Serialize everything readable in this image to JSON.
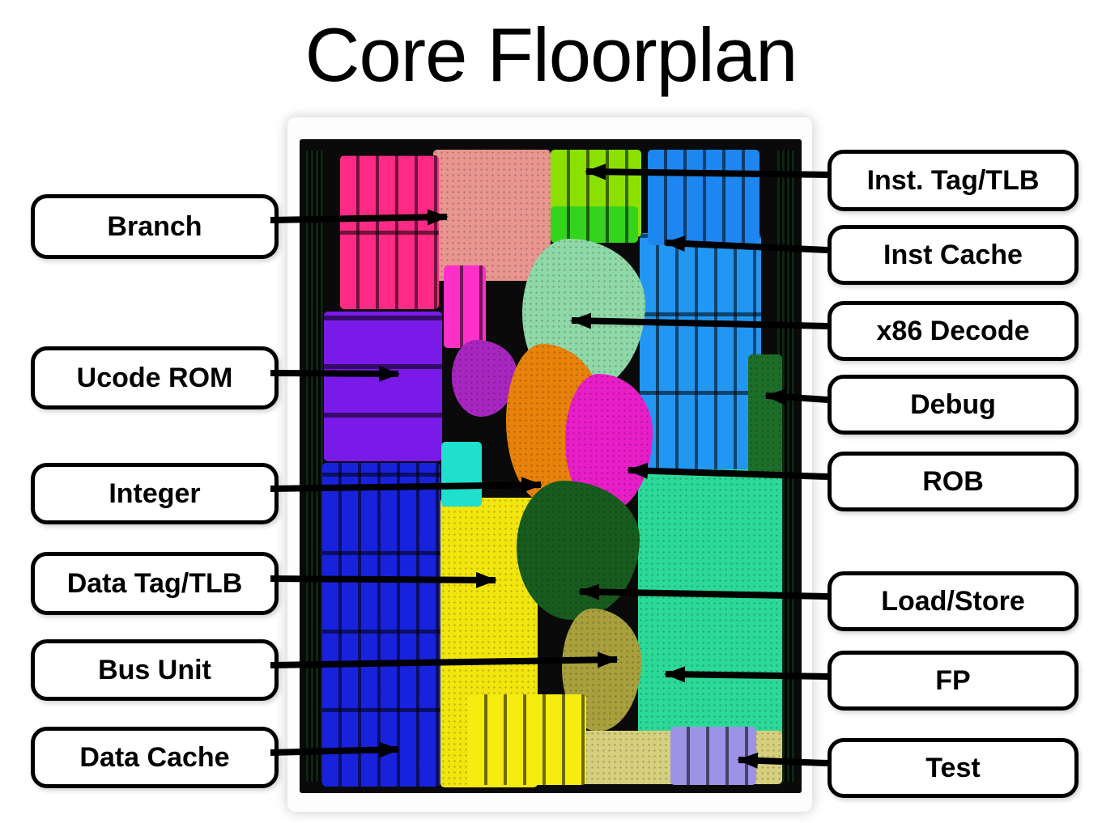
{
  "title": "Core Floorplan",
  "callouts": {
    "left": [
      {
        "text": "Branch"
      },
      {
        "text": "Ucode ROM"
      },
      {
        "text": "Integer"
      },
      {
        "text": "Data Tag/TLB"
      },
      {
        "text": "Bus Unit"
      },
      {
        "text": "Data Cache"
      }
    ],
    "right": [
      {
        "text": "Inst. Tag/TLB"
      },
      {
        "text": "Inst Cache"
      },
      {
        "text": "x86 Decode"
      },
      {
        "text": "Debug"
      },
      {
        "text": "ROB"
      },
      {
        "text": "Load/Store"
      },
      {
        "text": "FP"
      },
      {
        "text": "Test"
      }
    ]
  },
  "die": {
    "regions": [
      {
        "name": "branch-arrays",
        "color": "#ff2a85"
      },
      {
        "name": "branch-logic",
        "color": "#e8968f"
      },
      {
        "name": "inst-tag-tlb",
        "color": "#8ce000"
      },
      {
        "name": "inst-tag-tlb-lower",
        "color": "#35d41c"
      },
      {
        "name": "inst-cache-top",
        "color": "#1d86f0"
      },
      {
        "name": "inst-cache",
        "color": "#2196f3"
      },
      {
        "name": "x86-decode",
        "color": "#8fd8a8"
      },
      {
        "name": "ucode-rom",
        "color": "#7a1ae8"
      },
      {
        "name": "pink-arrays",
        "color": "#ff30c8"
      },
      {
        "name": "magenta-blob",
        "color": "#a826c0"
      },
      {
        "name": "integer",
        "color": "#e8820a"
      },
      {
        "name": "rob",
        "color": "#e81ec8"
      },
      {
        "name": "debug",
        "color": "#1d6e28"
      },
      {
        "name": "cyan-block",
        "color": "#1fe0cc"
      },
      {
        "name": "data-cache-arrays",
        "color": "#1822dd"
      },
      {
        "name": "data-tag-tlb",
        "color": "#f2e60e"
      },
      {
        "name": "load-store",
        "color": "#175c1e"
      },
      {
        "name": "fp",
        "color": "#2cd998"
      },
      {
        "name": "bus-unit",
        "color": "#a89f3d"
      },
      {
        "name": "bottom-yellow-arrays",
        "color": "#f5ec10"
      },
      {
        "name": "bottom-khaki",
        "color": "#d6cf7e"
      },
      {
        "name": "test",
        "color": "#9e92e6"
      }
    ]
  },
  "colors": {
    "arrow": "#000000",
    "callout_border": "#000000",
    "callout_bg": "#ffffff",
    "die_frame": "#0a0a0a"
  }
}
